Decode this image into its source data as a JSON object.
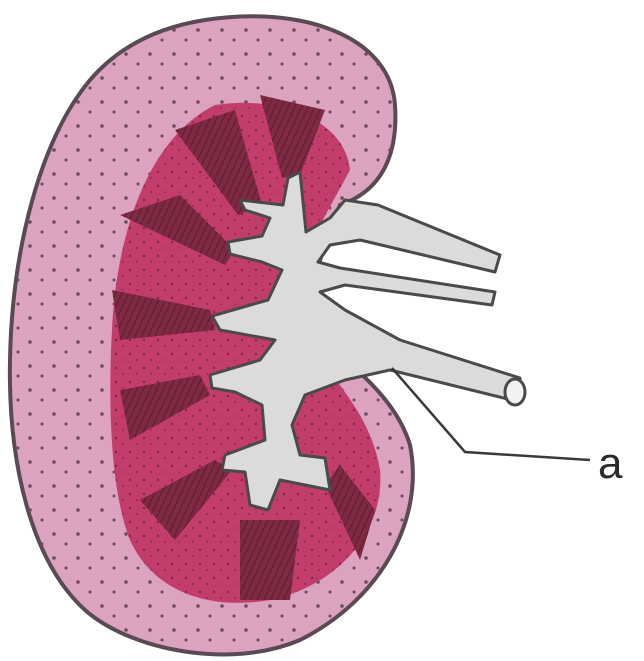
{
  "labels": [
    {
      "id": "a",
      "text": "a"
    }
  ],
  "colors": {
    "cortex": "#dca3c0",
    "medulla": "#c33d6c",
    "pyramid": "#7e2a43",
    "pelvis": "#d9dcd9",
    "outline": "#5a4a55",
    "leader": "#3a3a3a"
  },
  "icons": {
    "dots": "stipple-dots"
  }
}
